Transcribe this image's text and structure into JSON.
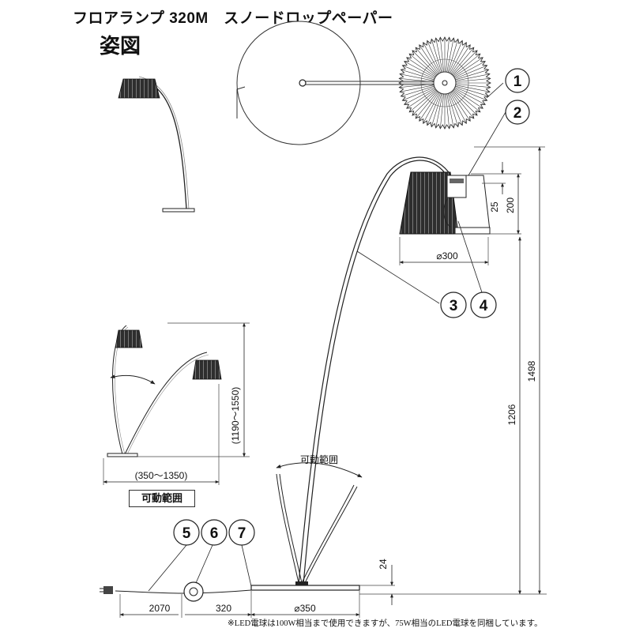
{
  "header": {
    "title": "フロアランプ 320M　スノードロップペーパー",
    "subtitle": "姿図"
  },
  "dimensions": {
    "shade_diameter": "⌀300",
    "height_25": "25",
    "height_200": "200",
    "total_height": "1498",
    "arm_height": "1206",
    "base_height": "24",
    "base_diameter": "⌀350",
    "cord_2070": "2070",
    "switch_320": "320",
    "range_height": "(1190〜1550)",
    "range_width": "(350〜1350)"
  },
  "labels": {
    "movable_range": "可動範囲",
    "movable_range_box": "可動範囲"
  },
  "callouts": [
    "1",
    "2",
    "3",
    "4",
    "5",
    "6",
    "7"
  ],
  "note": "※LED電球は100W相当まで使用できますが、75W相当のLED電球を同梱しています。",
  "colors": {
    "line": "#222222",
    "shade_fill": "#3a3a3a",
    "shade_ribs": "#bbbbbb"
  }
}
